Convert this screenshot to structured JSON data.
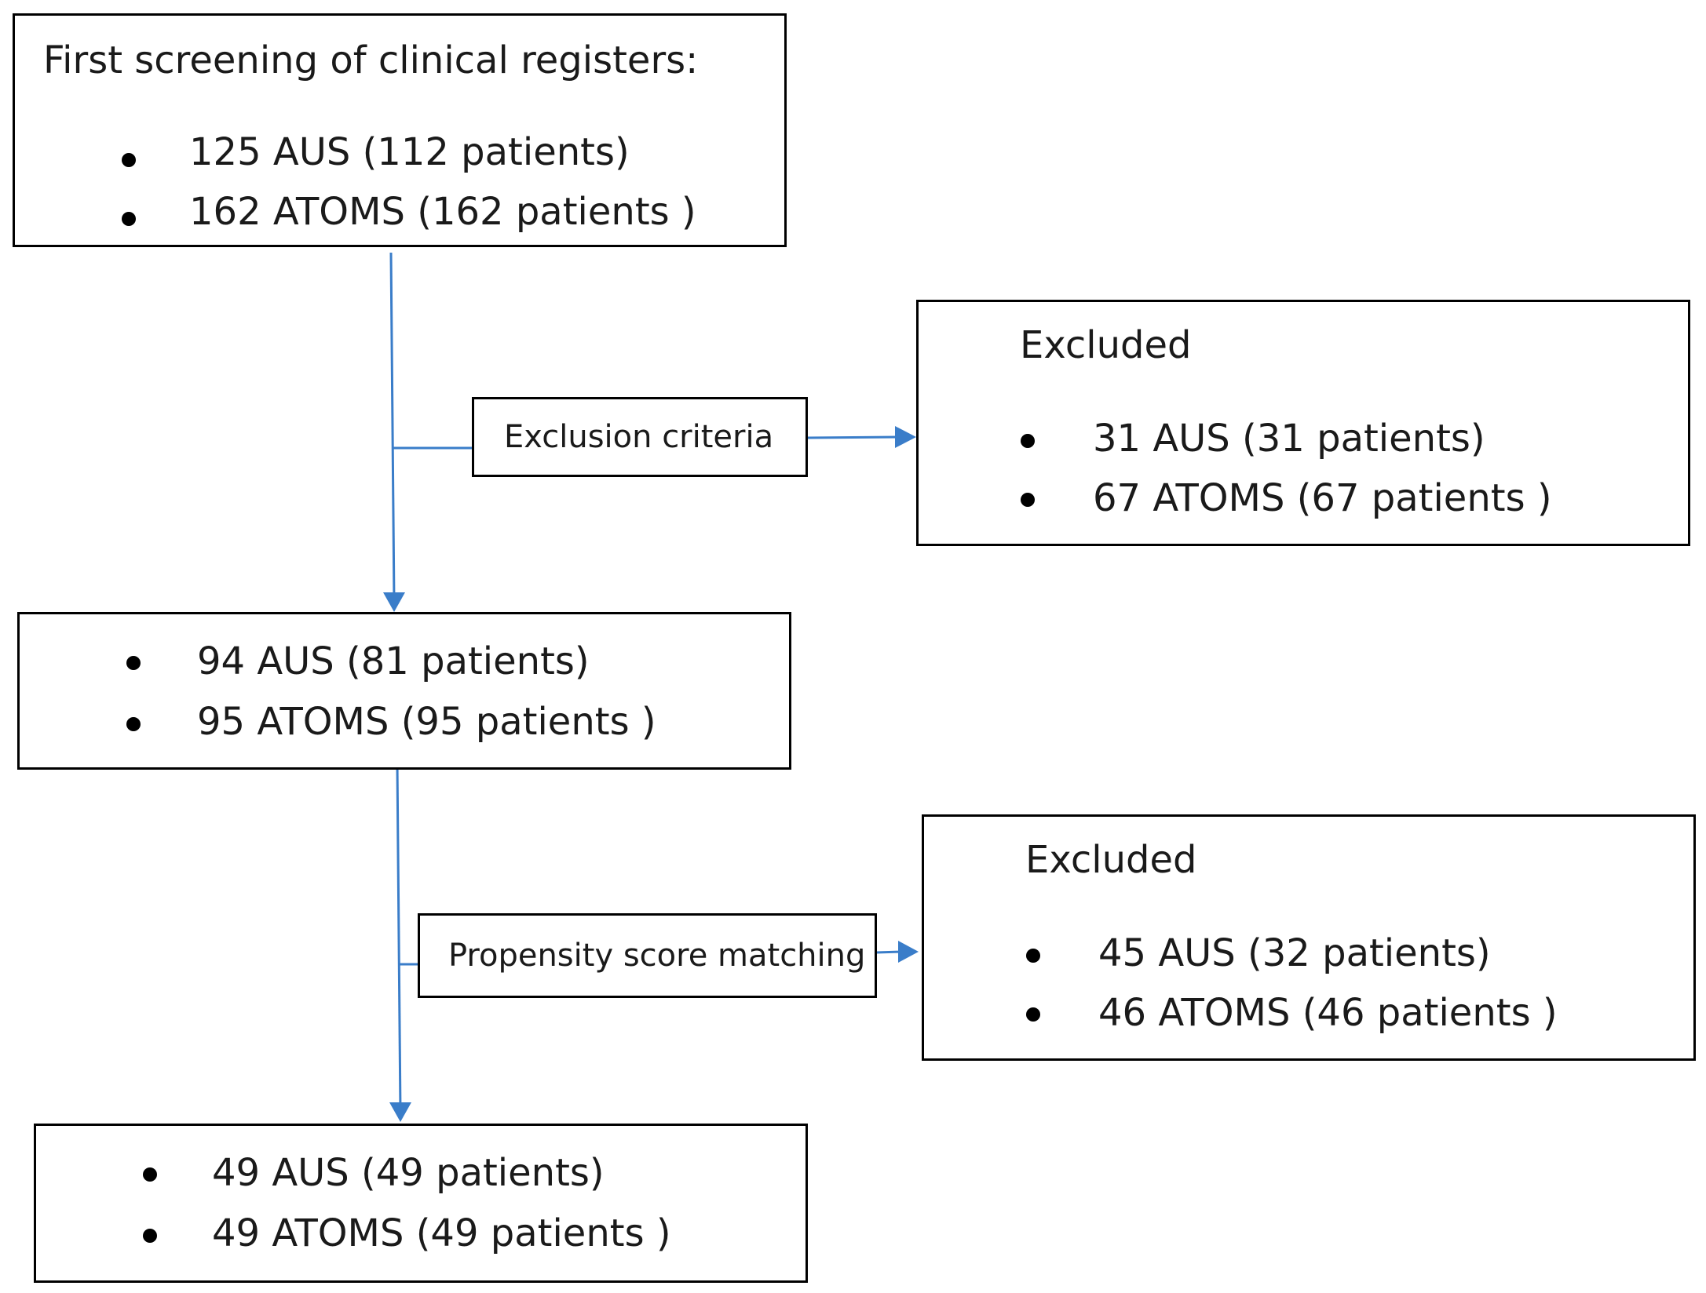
{
  "screening": {
    "title": "First screening of clinical registers:",
    "items": [
      "125 AUS (112 patients)",
      "162 ATOMS (162 patients )"
    ]
  },
  "exclusion_step": {
    "label": "Exclusion criteria"
  },
  "excluded_1": {
    "title": "Excluded",
    "items": [
      "31 AUS (31 patients)",
      "67 ATOMS (67 patients )"
    ]
  },
  "eligible": {
    "items": [
      "94 AUS (81 patients)",
      "95 ATOMS (95 patients )"
    ]
  },
  "matching_step": {
    "label": "Propensity score matching"
  },
  "excluded_2": {
    "title": "Excluded",
    "items": [
      "45 AUS (32 patients)",
      "46 ATOMS (46 patients )"
    ]
  },
  "final": {
    "items": [
      "49 AUS (49 patients)",
      "49 ATOMS (49 patients )"
    ]
  },
  "colors": {
    "connector": "#3a7dc9",
    "border": "#000000"
  }
}
